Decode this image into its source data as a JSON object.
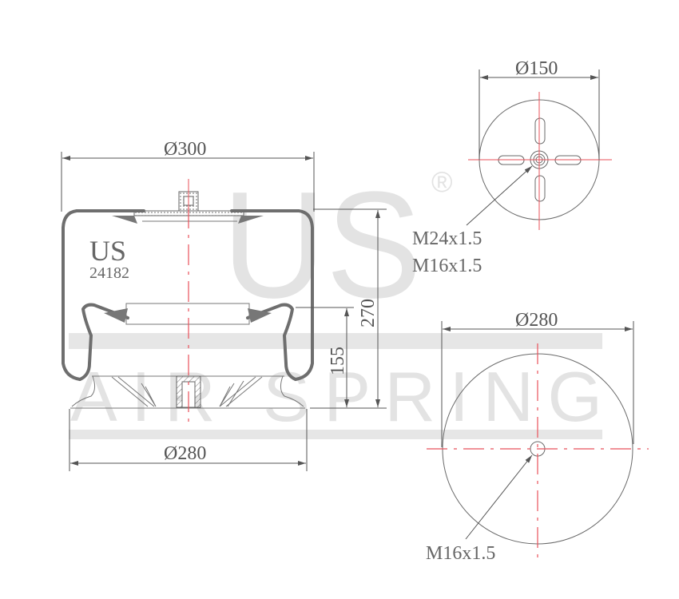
{
  "watermark": {
    "brand_letters": "US",
    "registered_mark": "®",
    "tagline": "AIR SPRING",
    "color": "#e3e3e3"
  },
  "side_view": {
    "model_brand": "US",
    "model_number": "24182",
    "dimensions": {
      "top_diameter": "Ø300",
      "bottom_diameter": "Ø280",
      "overall_height": "270",
      "piston_height": "155"
    }
  },
  "top_plate_view": {
    "diameter": "Ø150",
    "thread_labels": [
      "M24x1.5",
      "M16x1.5"
    ]
  },
  "bottom_piston_view": {
    "diameter": "Ø280",
    "thread_label": "M16x1.5"
  },
  "colors": {
    "centerline": "#e8525a",
    "outline": "#6a6a6a",
    "dimension": "#555555",
    "background": "#ffffff"
  }
}
